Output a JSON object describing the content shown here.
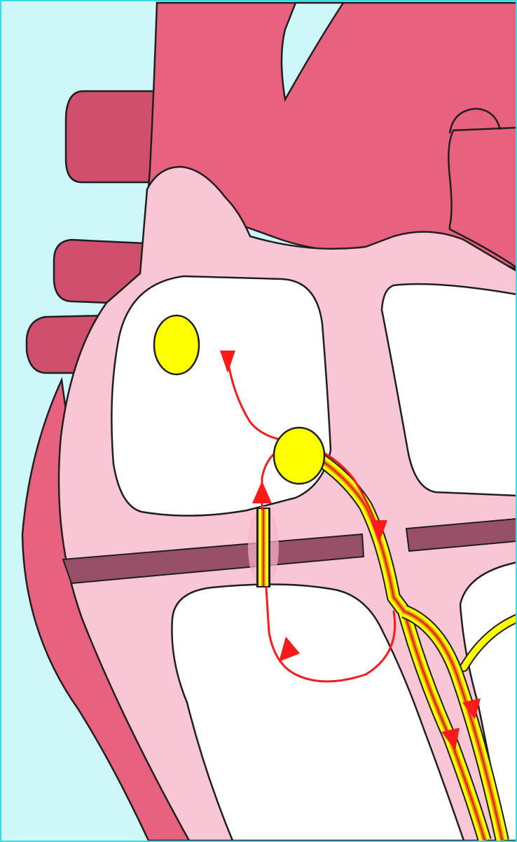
{
  "diagram": {
    "title": "",
    "labels": [],
    "colors": {
      "background": "#cdf7f9",
      "frame": "#3fd9e4",
      "heart_wall": "#e8627f",
      "wall_shadow": "#cf4f6d",
      "myocardium": "#f8c6d4",
      "septum": "#975068",
      "chamber": "#ffffff",
      "node": "#ffff00",
      "conduction_path": "#ff1a1a",
      "bundle_stripe": "#d4a000",
      "outline": "#1f1f1f"
    },
    "icons": {
      "sa_node": "yellow-ellipse",
      "av_node": "yellow-ellipse",
      "accessory_pathway": "striped-bar",
      "his_bundle": "striped-fiber",
      "arrows": "red-arrowhead"
    }
  }
}
